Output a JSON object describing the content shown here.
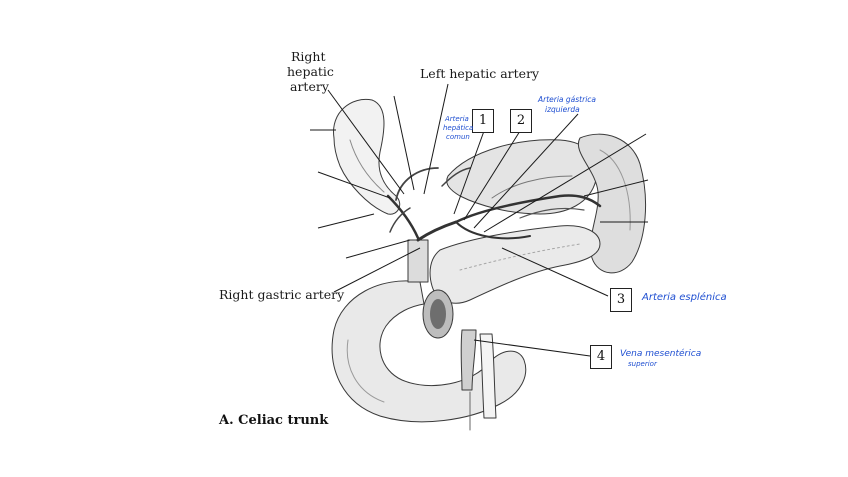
{
  "labels": {
    "right_hepatic": [
      "Right",
      "hepatic",
      "artery"
    ],
    "left_hepatic": "Left hepatic artery",
    "right_gastric": "Right gastric artery"
  },
  "boxes": [
    "1",
    "2",
    "3",
    "4"
  ],
  "handwritten": {
    "note1": [
      "Arteria",
      "hepática",
      "comun"
    ],
    "note2": [
      "Arteria gástrica",
      "izquierda"
    ],
    "note3": "Arteria esplénica",
    "note4": [
      "Vena mesentérica",
      "superior"
    ]
  },
  "caption": "A. Celiac trunk",
  "colors": {
    "ink": "#1a1a1a",
    "handwriting": "#1f4fd1",
    "shade": "#cfcfcf"
  }
}
